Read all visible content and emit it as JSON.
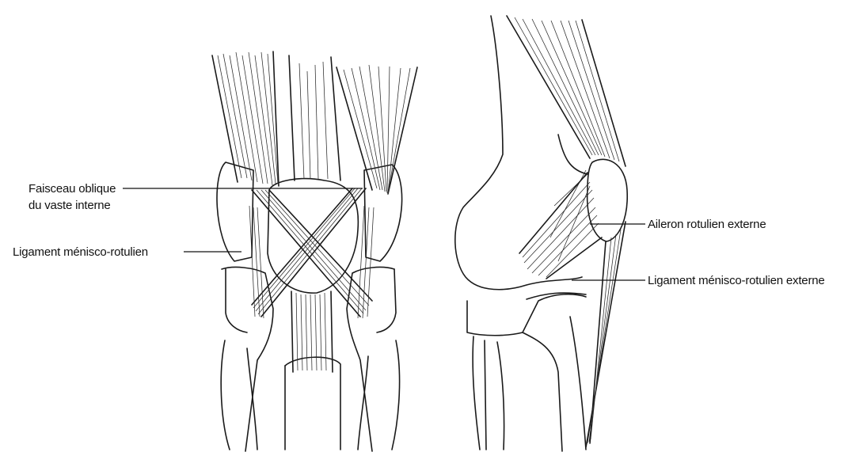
{
  "labels": {
    "faisceau_line1": "Faisceau oblique",
    "faisceau_line2": "du vaste interne",
    "ligament_menisco": "Ligament ménisco-rotulien",
    "aileron": "Aileron rotulien externe",
    "ligament_menisco_externe": "Ligament ménisco-rotulien externe"
  },
  "colors": {
    "ink": "#1a1a1a",
    "background": "#ffffff"
  }
}
